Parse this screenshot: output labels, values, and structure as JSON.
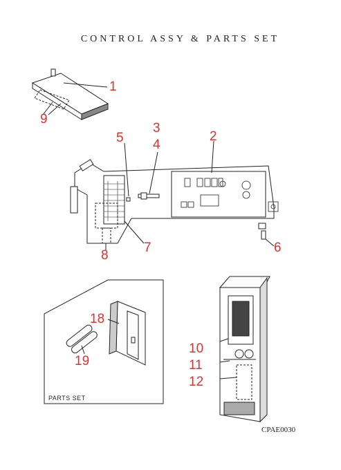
{
  "title": "CONTROL ASSY & PARTS SET",
  "drawing_code": "CPAE0030",
  "parts_set_label": "PARTS SET",
  "callout_color": "#e0302f",
  "line_color": "#222222",
  "callouts": {
    "c1": "1",
    "c2": "2",
    "c3": "3",
    "c4": "4",
    "c5": "5",
    "c6": "6",
    "c7": "7",
    "c8": "8",
    "c9": "9",
    "c10": "10",
    "c11": "11",
    "c12": "12",
    "c18": "18",
    "c19": "19"
  }
}
